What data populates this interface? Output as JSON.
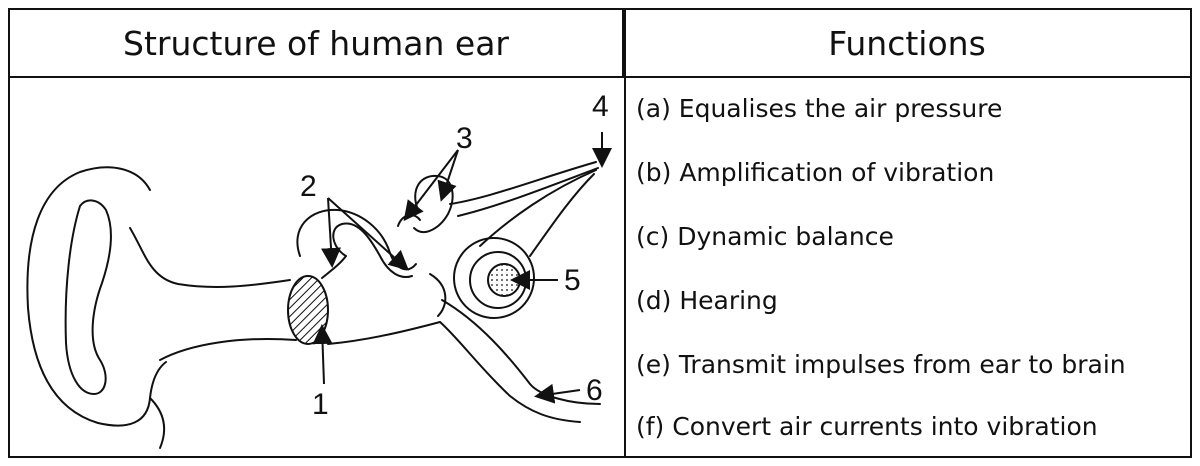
{
  "headers": {
    "left": "Structure of human ear",
    "right": "Functions"
  },
  "diagram_labels": [
    "1",
    "2",
    "3",
    "4",
    "5",
    "6"
  ],
  "functions": [
    "(a) Equalises the air pressure",
    "(b) Amplification of vibration",
    "(c) Dynamic balance",
    "(d) Hearing",
    "(e) Transmit impulses from ear to brain",
    "(f) Convert air currents into vibration"
  ]
}
